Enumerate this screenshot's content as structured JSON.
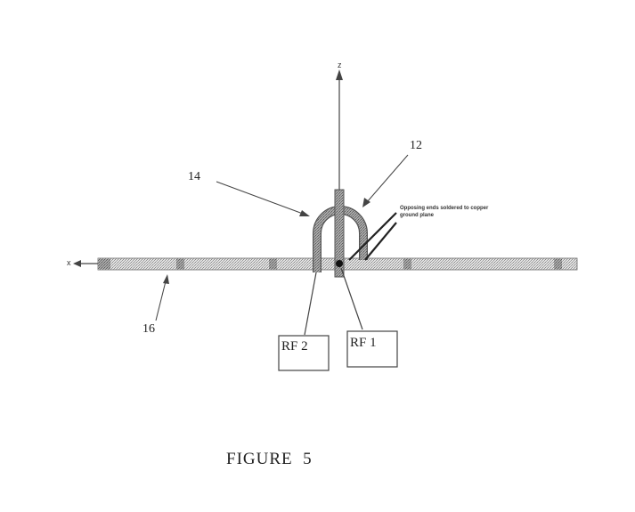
{
  "axes": {
    "vertical_label": "z",
    "horizontal_label": "x"
  },
  "labels": {
    "ref_12": "12",
    "ref_14": "14",
    "ref_16": "16",
    "rf1": "RF 1",
    "rf2": "RF 2"
  },
  "annotation": {
    "line1": "Opposing ends soldered to copper",
    "line2": "ground plane"
  },
  "caption": "FIGURE  5",
  "colors": {
    "stroke": "#444444",
    "plane_fill": "#c8c8c8",
    "antenna_fill": "#9a9a9a",
    "antenna_edge": "#555555",
    "feed_dot": "#111111"
  }
}
